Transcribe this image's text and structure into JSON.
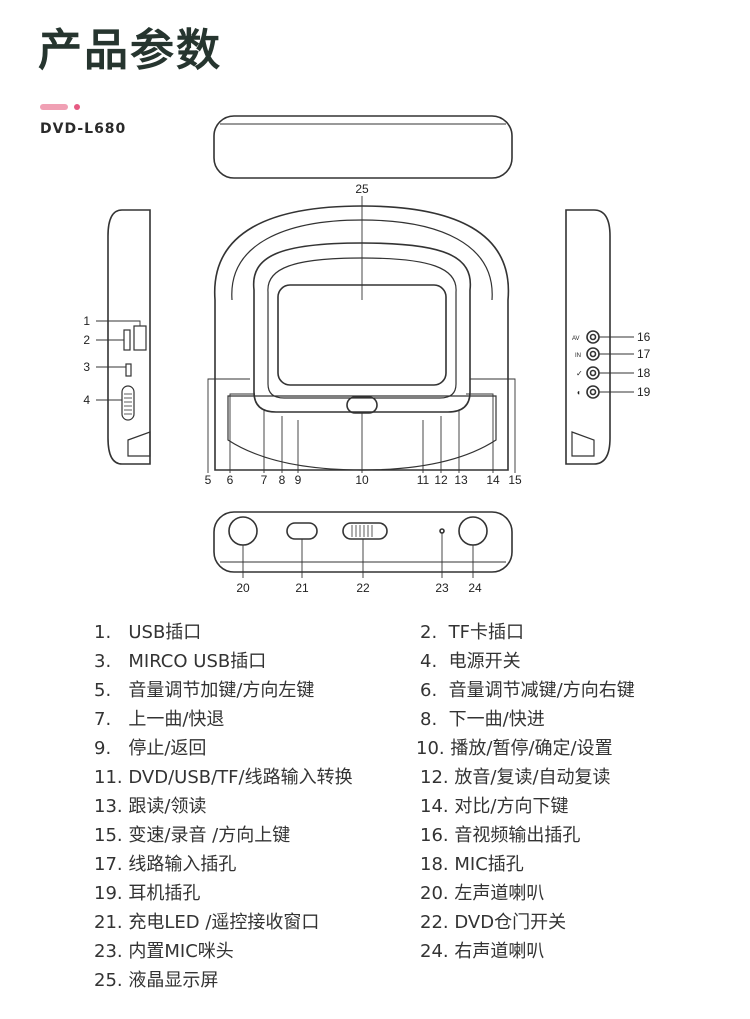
{
  "header": {
    "title": "产品参数",
    "model": "DVD-L680"
  },
  "callouts": [
    "1",
    "2",
    "3",
    "4",
    "5",
    "6",
    "7",
    "8",
    "9",
    "10",
    "11",
    "12",
    "13",
    "14",
    "15",
    "16",
    "17",
    "18",
    "19",
    "20",
    "21",
    "22",
    "23",
    "24",
    "25"
  ],
  "legend": [
    {
      "num": "1.",
      "text": "USB插口"
    },
    {
      "num": "2.",
      "text": "TF卡插口"
    },
    {
      "num": "3.",
      "text": "MIRCO USB插口"
    },
    {
      "num": "4.",
      "text": "电源开关"
    },
    {
      "num": "5.",
      "text": "音量调节加键/方向左键"
    },
    {
      "num": "6.",
      "text": "音量调节减键/方向右键"
    },
    {
      "num": "7.",
      "text": "上一曲/快退"
    },
    {
      "num": "8.",
      "text": "下一曲/快进"
    },
    {
      "num": "9.",
      "text": "停止/返回"
    },
    {
      "num": "10.",
      "text": "播放/暂停/确定/设置"
    },
    {
      "num": "11.",
      "text": "DVD/USB/TF/线路输入转换"
    },
    {
      "num": "12.",
      "text": "放音/复读/自动复读"
    },
    {
      "num": "13.",
      "text": "跟读/领读"
    },
    {
      "num": "14.",
      "text": "对比/方向下键"
    },
    {
      "num": "15.",
      "text": "变速/录音 /方向上键"
    },
    {
      "num": "16.",
      "text": "音视频输出插孔"
    },
    {
      "num": "17.",
      "text": "线路输入插孔"
    },
    {
      "num": "18.",
      "text": "MIC插孔"
    },
    {
      "num": "19.",
      "text": "耳机插孔"
    },
    {
      "num": "20.",
      "text": "左声道喇叭"
    },
    {
      "num": "21.",
      "text": "充电LED /遥控接收窗口"
    },
    {
      "num": "22.",
      "text": "DVD仓门开关"
    },
    {
      "num": "23.",
      "text": "内置MIC咪头"
    },
    {
      "num": "24.",
      "text": "右声道喇叭"
    },
    {
      "num": "25.",
      "text": "液晶显示屏"
    }
  ]
}
